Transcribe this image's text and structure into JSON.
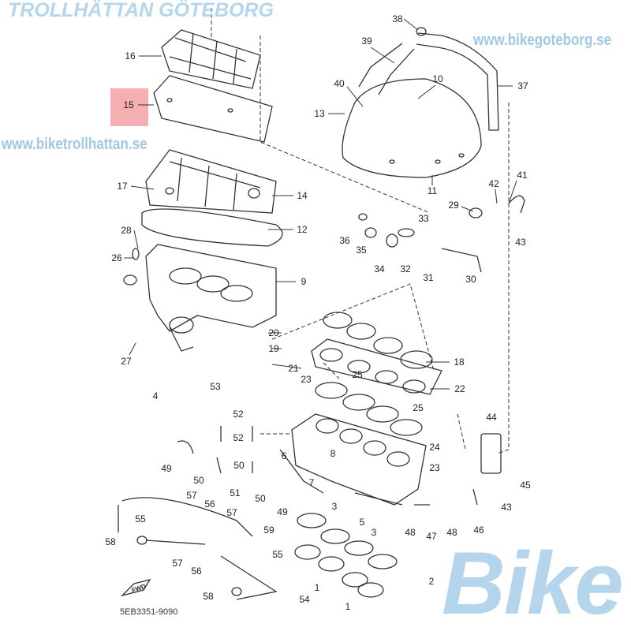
{
  "diagram": {
    "part_code": "5EB3351-9090",
    "fwd_marker": "FWD",
    "highlighted_part": "15",
    "watermark": {
      "brand": "Bike",
      "cities": "TROLLHÄTTAN GÖTEBORG",
      "url_left": "www.biketrollhattan.se",
      "url_right": "www.bikegoteborg.se"
    },
    "callouts": [
      "16",
      "15",
      "17",
      "14",
      "12",
      "28",
      "26",
      "9",
      "27",
      "4",
      "20",
      "19",
      "21",
      "23",
      "18",
      "22",
      "25",
      "25",
      "53",
      "52",
      "52",
      "50",
      "51",
      "50",
      "49",
      "6",
      "8",
      "7",
      "50",
      "49",
      "3",
      "3",
      "5",
      "24",
      "23",
      "44",
      "45",
      "43",
      "46",
      "48",
      "47",
      "48",
      "2",
      "1",
      "1",
      "57",
      "56",
      "57",
      "59",
      "55",
      "58",
      "55",
      "57",
      "56",
      "58",
      "54",
      "13",
      "40",
      "39",
      "38",
      "10",
      "37",
      "11",
      "41",
      "42",
      "29",
      "43",
      "33",
      "36",
      "35",
      "34",
      "32",
      "31",
      "30"
    ]
  }
}
